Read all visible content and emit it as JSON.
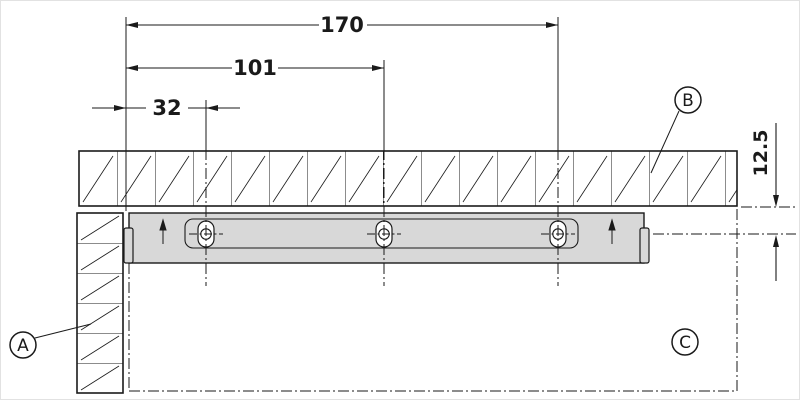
{
  "labels": {
    "panel_top": "B",
    "panel_left": "A",
    "cabinet": "C"
  },
  "dimensions": {
    "overall": "170",
    "second_hole": "101",
    "first_hole": "32",
    "vertical_offset": "12.5"
  },
  "icons": {
    "rail_marks": "arrow-up",
    "slot_marks": "crosshair-center-line"
  },
  "colors": {
    "line": "#1a1a1a",
    "bracket_fill": "#d8d8d8",
    "background": "#ffffff"
  }
}
